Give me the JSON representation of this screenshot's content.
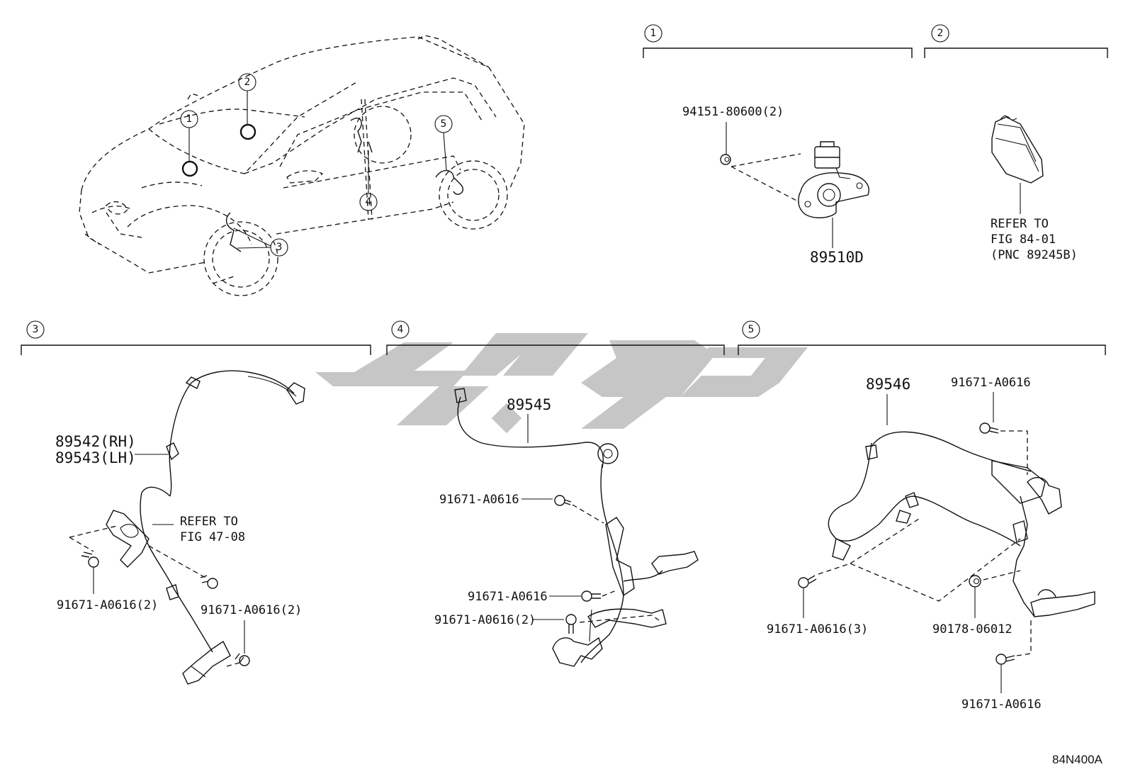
{
  "figure_code": "84N400A",
  "sections": [
    {
      "num": "1",
      "parts": {
        "bolt": "94151-80600(2)",
        "sensor": "89510D"
      }
    },
    {
      "num": "2",
      "refer": [
        "REFER TO",
        "FIG 84-01",
        "(PNC 89245B)"
      ]
    },
    {
      "num": "3",
      "parts": {
        "sensor_rh": "89542(RH)",
        "sensor_lh": "89543(LH)",
        "bolt_left": "91671-A0616(2)",
        "bolt_right": "91671-A0616(2)"
      },
      "refer": [
        "REFER TO",
        "FIG 47-08"
      ]
    },
    {
      "num": "4",
      "parts": {
        "sensor": "89545",
        "bolt_top": "91671-A0616",
        "bolt_mid": "91671-A0616",
        "bolt_bottom": "91671-A0616(2)"
      }
    },
    {
      "num": "5",
      "parts": {
        "sensor": "89546",
        "bolt_top": "91671-A0616",
        "bolt_left": "91671-A0616(3)",
        "nut": "90178-06012",
        "bolt_bottom": "91671-A0616"
      }
    }
  ],
  "car_callouts": [
    "1",
    "2",
    "3",
    "4",
    "5"
  ]
}
